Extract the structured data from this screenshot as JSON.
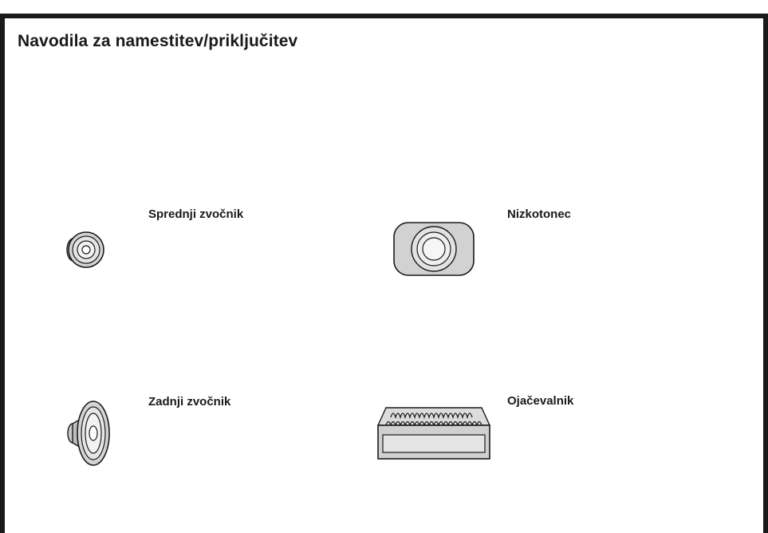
{
  "page": {
    "title": "Navodila za namestitev/priključitev"
  },
  "components": [
    {
      "id": "front-speaker",
      "label": "Sprednji zvočnik",
      "icon": "front-speaker-icon"
    },
    {
      "id": "subwoofer",
      "label": "Nizkotonec",
      "icon": "subwoofer-icon"
    },
    {
      "id": "rear-speaker",
      "label": "Zadnji zvočnik",
      "icon": "rear-speaker-icon"
    },
    {
      "id": "amplifier",
      "label": "Ojačevalnik",
      "icon": "amplifier-icon"
    }
  ],
  "colors": {
    "border": "#1a1a1a",
    "text": "#1a1a1a",
    "illustration_fill": "#d4d4d4",
    "illustration_stroke": "#1a1a1a"
  }
}
